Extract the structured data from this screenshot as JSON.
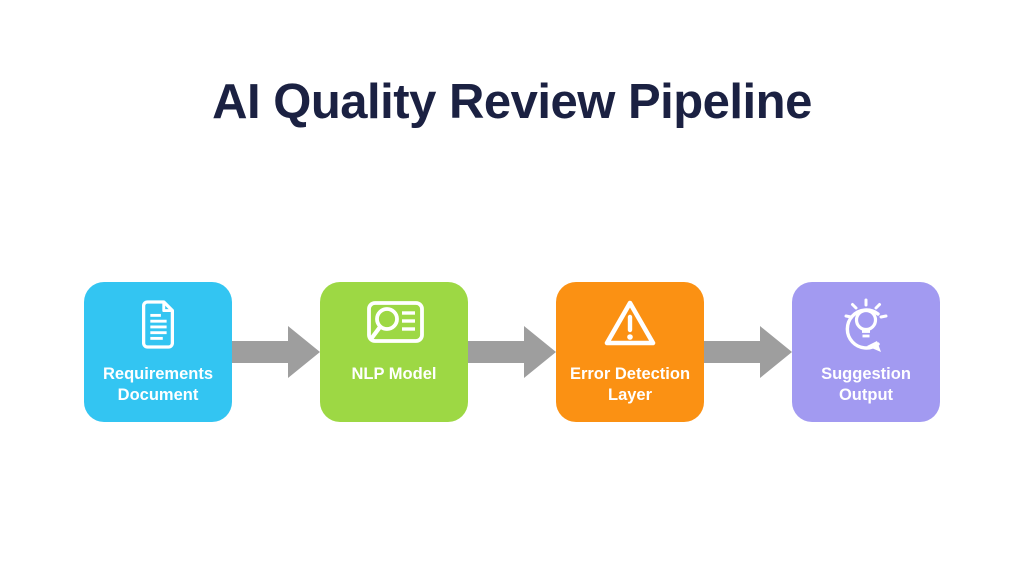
{
  "title": "AI Quality Review Pipeline",
  "colors": {
    "background": "#ffffff",
    "title_text": "#1b2142",
    "arrow": "#9e9e9e",
    "label_text": "#ffffff"
  },
  "pipeline": {
    "steps": [
      {
        "label": "Requirements Document",
        "icon": "document-icon",
        "color": "#33c5f2"
      },
      {
        "label": "NLP Model",
        "icon": "magnifier-document-icon",
        "color": "#9dd844"
      },
      {
        "label": "Error Detection Layer",
        "icon": "warning-triangle-icon",
        "color": "#fb9113"
      },
      {
        "label": "Suggestion Output",
        "icon": "lightbulb-bubble-icon",
        "color": "#a29af1"
      }
    ]
  }
}
